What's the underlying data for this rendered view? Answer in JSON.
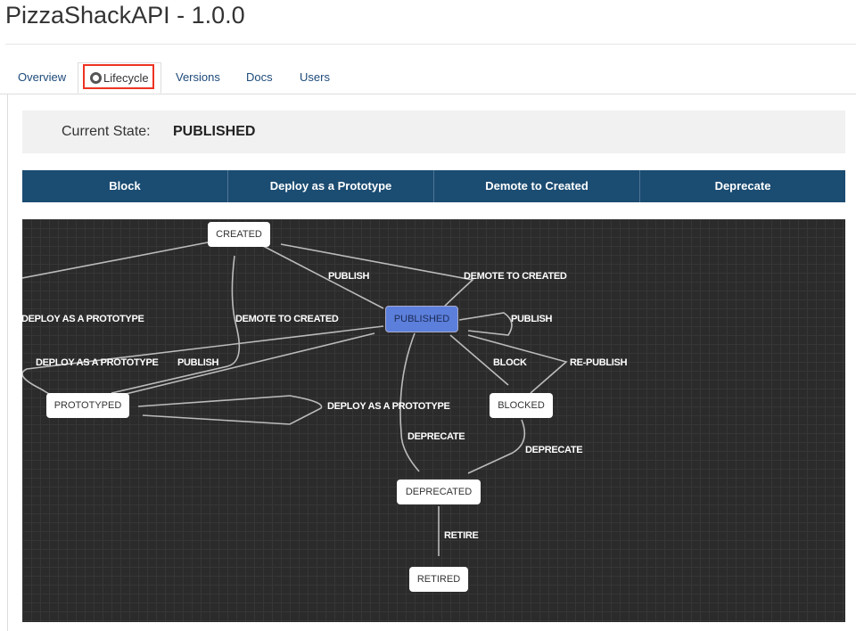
{
  "title": "PizzaShackAPI - 1.0.0",
  "tabs": [
    {
      "label": "Overview"
    },
    {
      "label": "Lifecycle",
      "icon": "lifecycle-icon"
    },
    {
      "label": "Versions"
    },
    {
      "label": "Docs"
    },
    {
      "label": "Users"
    }
  ],
  "state": {
    "label": "Current State:",
    "value": "PUBLISHED"
  },
  "actions": [
    "Block",
    "Deploy as a Prototype",
    "Demote to Created",
    "Deprecate"
  ],
  "graph": {
    "nodes": [
      "CREATED",
      "PUBLISHED",
      "PROTOTYPED",
      "BLOCKED",
      "DEPRECATED",
      "RETIRED"
    ],
    "edges": [
      "PUBLISH",
      "DEMOTE TO CREATED",
      "DEPLOY AS A PROTOTYPE",
      "DEMOTE TO CREATED",
      "PUBLISH",
      "DEPLOY AS A PROTOTYPE",
      "PUBLISH",
      "BLOCK",
      "RE-PUBLISH",
      "DEPLOY AS A PROTOTYPE",
      "DEPRECATE",
      "DEPRECATE",
      "RETIRE"
    ]
  }
}
